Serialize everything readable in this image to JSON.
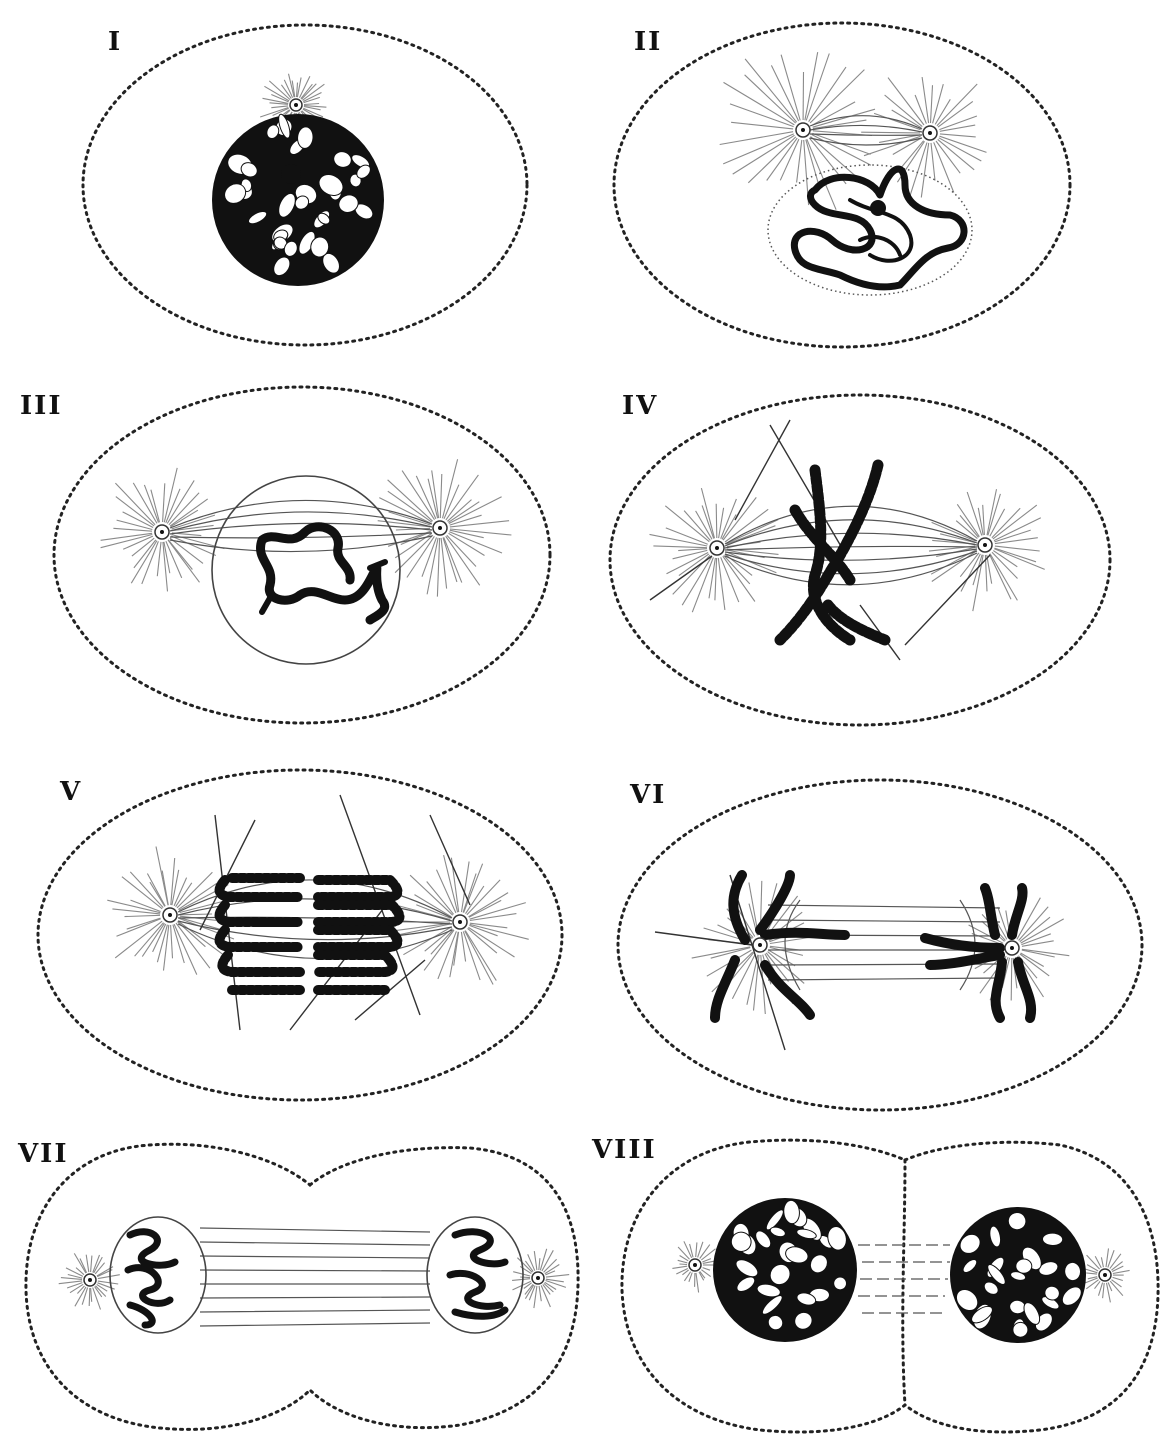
{
  "figure": {
    "stages": [
      {
        "id": "I",
        "label": "I"
      },
      {
        "id": "II",
        "label": "II"
      },
      {
        "id": "III",
        "label": "III"
      },
      {
        "id": "IV",
        "label": "IV"
      },
      {
        "id": "V",
        "label": "V"
      },
      {
        "id": "VI",
        "label": "VI"
      },
      {
        "id": "VII",
        "label": "VII"
      },
      {
        "id": "VIII",
        "label": "VIII"
      }
    ]
  }
}
